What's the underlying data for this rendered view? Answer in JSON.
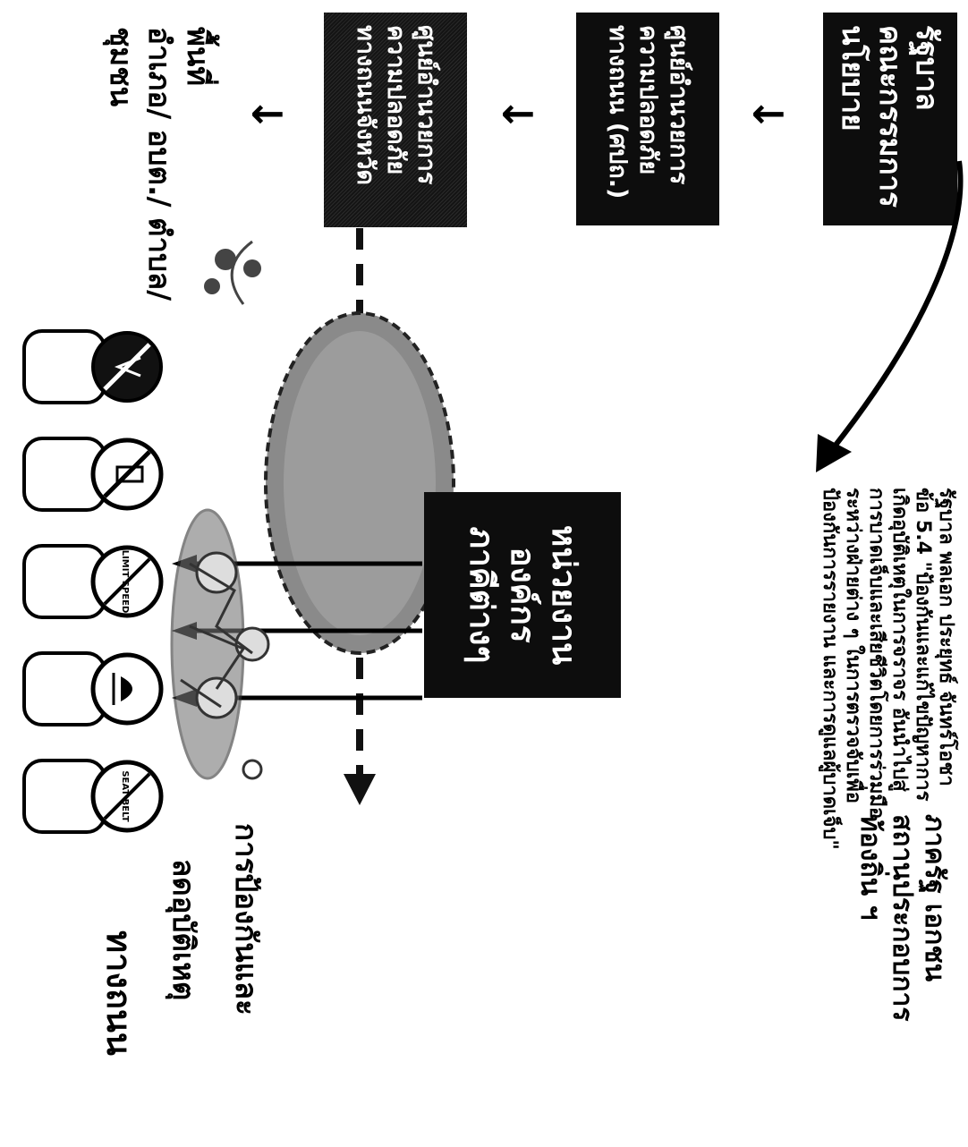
{
  "flow": {
    "box1_lines": [
      "รัฐบาล",
      "คณะกรรมการ",
      "นโยบาย"
    ],
    "box2_lines": [
      "ศูนย์อำนวยการ",
      "ความปลอดภัย",
      "ทางถนน (ศปถ.)"
    ],
    "box3_lines": [
      "ศูนย์อำนวยการ",
      "ความปลอดภัย",
      "ทางถนนจังหวัด"
    ],
    "area_lines": [
      "พื้นที่",
      "อำเภอ/ อบต./ ตำบล/",
      "ชุมชน"
    ],
    "arrow_glyph": "→"
  },
  "agencies": {
    "lines": [
      "หน่วยงาน",
      "องค์กร",
      "ภาคีต่างๆ"
    ]
  },
  "policy": {
    "lines": [
      "รัฐบาล พลเอก ประยุทธ์ จันทร์โอชา",
      "ข้อ 5.4  \"ป้องกันและแก้ไขปัญหาการ",
      "เกิดอุบัติเหตุในการจราจร อันนำไปสู่",
      "การบาดเจ็บและเสียชีวิตโดยการร่วมมือ",
      "ระหว่างฝ่ายต่าง ๆ ในการตรวจจับเพื่อ",
      "ป้องกันการรายงาน และการดูแลผู้บาดเจ็บ\""
    ]
  },
  "sectors": {
    "lines": [
      "ภาครัฐ  เอกชน",
      "สถานประกอบการ",
      "ท้องถิ่น ฯ"
    ]
  },
  "goal": {
    "prevention": "การป้องกันและ",
    "reduce": "ลดอุบัติเหตุ",
    "road": "ทางถนน"
  },
  "signs": {
    "icon_names": [
      "no-drink-drive-icon",
      "no-phone-drive-icon",
      "limit-speed-icon",
      "wear-helmet-icon",
      "seat-belt-icon"
    ],
    "labels": [
      "",
      "",
      "LIMIT SPEED",
      "",
      "SEAT BELT"
    ]
  }
}
